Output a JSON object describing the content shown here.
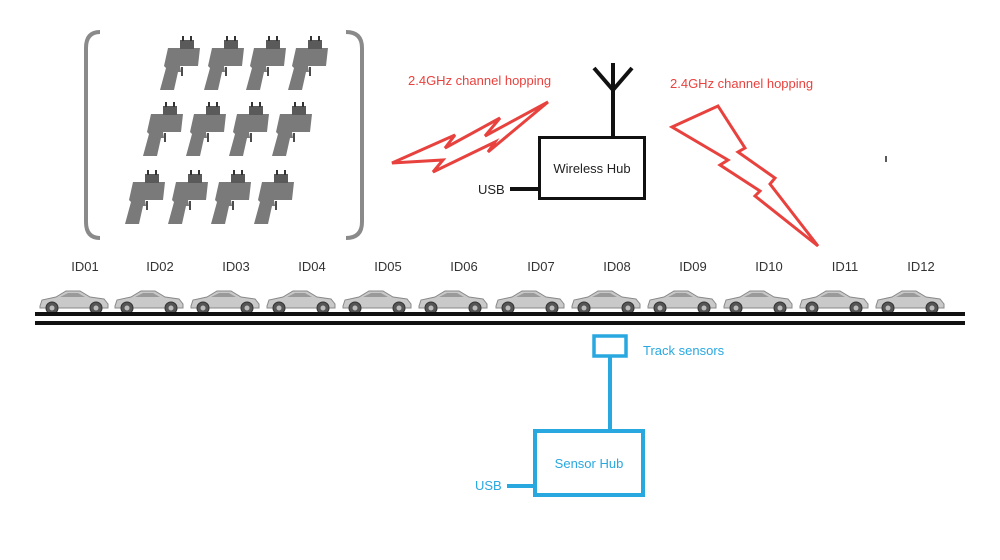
{
  "controllers_count": 12,
  "radio": {
    "left_label": "2.4GHz channel hopping",
    "right_label": "2.4GHz channel hopping",
    "color": "#e8423e"
  },
  "wireless_hub": {
    "label": "Wireless Hub",
    "usb_label": "USB"
  },
  "cars": [
    {
      "id": "ID01"
    },
    {
      "id": "ID02"
    },
    {
      "id": "ID03"
    },
    {
      "id": "ID04"
    },
    {
      "id": "ID05"
    },
    {
      "id": "ID06"
    },
    {
      "id": "ID07"
    },
    {
      "id": "ID08"
    },
    {
      "id": "ID09"
    },
    {
      "id": "ID10"
    },
    {
      "id": "ID11"
    },
    {
      "id": "ID12"
    }
  ],
  "track_sensors": {
    "label": "Track sensors",
    "color": "#29a8e0"
  },
  "sensor_hub": {
    "label": "Sensor Hub",
    "usb_label": "USB",
    "color": "#29a8e0"
  },
  "icons": [
    "hand-controller-icon",
    "antenna-icon",
    "lightning-signal-icon",
    "car-icon"
  ]
}
